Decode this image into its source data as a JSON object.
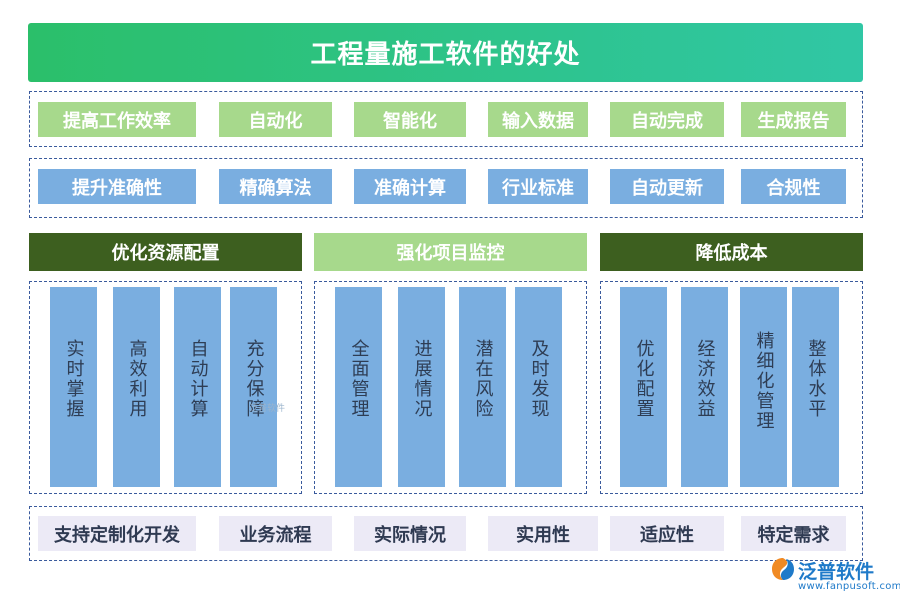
{
  "title": "工程量施工软件的好处",
  "row1": [
    "提高工作效率",
    "自动化",
    "智能化",
    "输入数据",
    "自动完成",
    "生成报告"
  ],
  "row2": [
    "提升准确性",
    "精确算法",
    "准确计算",
    "行业标准",
    "自动更新",
    "合规性"
  ],
  "sections": [
    {
      "heading": "优化资源配置",
      "columns": [
        "实时掌握",
        "高效利用",
        "自动计算",
        "充分保障"
      ]
    },
    {
      "heading": "强化项目监控",
      "columns": [
        "全面管理",
        "进展情况",
        "潜在风险",
        "及时发现"
      ]
    },
    {
      "heading": "降低成本",
      "columns": [
        "优化配置",
        "经济效益",
        "精细化管理",
        "整体水平"
      ]
    }
  ],
  "bottom_row": [
    "支持定制化开发",
    "业务流程",
    "实际情况",
    "实用性",
    "适应性",
    "特定需求"
  ],
  "watermark": "泛普软件",
  "logo": {
    "name": "泛普软件",
    "url": "www.fanpusoft.com"
  },
  "colors": {
    "banner_start": "#2bbf6a",
    "banner_end": "#30c7a5",
    "light_green": "#a7d98c",
    "dark_green": "#3d5f1f",
    "blue": "#7aaee0",
    "lavender": "#eceaf6",
    "dashed_border": "#3a5a9c"
  },
  "icons": {
    "logo": "fanpu-logo-icon"
  }
}
